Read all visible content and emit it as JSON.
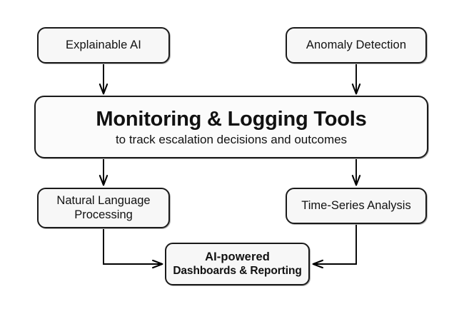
{
  "diagram": {
    "title": "Monitoring & Logging Tools flow diagram",
    "background_color": "#ffffff",
    "node_fill_color": "#f7f7f7",
    "node_border_color": "#1a1a1a",
    "connector_color": "#000000",
    "nodes": {
      "explainable_ai": {
        "label": "Explainable AI"
      },
      "anomaly_detection": {
        "label": "Anomaly Detection"
      },
      "monitoring_logging_tools": {
        "title": "Monitoring & Logging Tools",
        "subtitle": "to track escalation decisions and outcomes"
      },
      "natural_language_processing": {
        "line_1": "Natural Language",
        "line_2": "Processing"
      },
      "time_series_analysis": {
        "label": "Time-Series Analysis"
      },
      "ai_powered_dashboards": {
        "line_1": "AI-powered",
        "line_2": "Dashboards & Reporting"
      }
    },
    "connectors": [
      {
        "name": "explainable-ai-to-monitoring",
        "from": "explainable_ai",
        "to": "monitoring_logging_tools",
        "style": "straight-down-arrow"
      },
      {
        "name": "anomaly-detection-to-monitoring",
        "from": "anomaly_detection",
        "to": "monitoring_logging_tools",
        "style": "straight-down-arrow"
      },
      {
        "name": "monitoring-to-natural-language-processing",
        "from": "monitoring_logging_tools",
        "to": "natural_language_processing",
        "style": "straight-down-arrow"
      },
      {
        "name": "monitoring-to-time-series-analysis",
        "from": "monitoring_logging_tools",
        "to": "time_series_analysis",
        "style": "straight-down-arrow"
      },
      {
        "name": "natural-language-processing-to-dashboards",
        "from": "natural_language_processing",
        "to": "ai_powered_dashboards",
        "style": "elbow-down-right-arrow"
      },
      {
        "name": "time-series-analysis-to-dashboards",
        "from": "time_series_analysis",
        "to": "ai_powered_dashboards",
        "style": "elbow-down-left-arrow"
      }
    ]
  }
}
